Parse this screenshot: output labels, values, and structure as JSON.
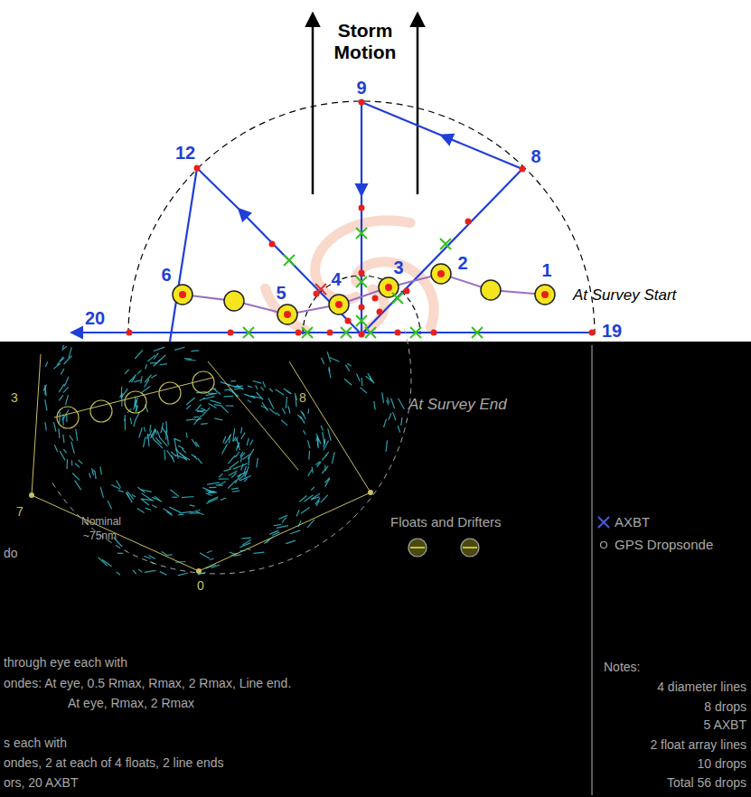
{
  "diagram": {
    "labels": [
      "Storm Motion",
      "9",
      "8",
      "12",
      "6",
      "5",
      "4",
      "3",
      "2",
      "1",
      "At Survey Start",
      "20",
      "19",
      "At Survey End",
      "Nominal",
      "~75nm",
      "do",
      "3",
      "7",
      "8",
      "0",
      "Notes:",
      "through eye each with",
      "ondes: At eye, 0.5 Rmax, Rmax, 2 Rmax, Line end.",
      "At eye, Rmax, 2 Rmax",
      "s each with",
      "ondes, 2 at each of 4 floats, 2 line ends",
      "ors, 20 AXBT",
      "4 diameter lines",
      "8 drops",
      "5 AXBT",
      "2 float array lines",
      "10 drops",
      "Total 56 drops"
    ],
    "legend": [
      {
        "text": "AXBT"
      },
      {
        "text": "GPS Dropsonde"
      },
      {
        "text": "Floats and Drifters"
      }
    ]
  }
}
